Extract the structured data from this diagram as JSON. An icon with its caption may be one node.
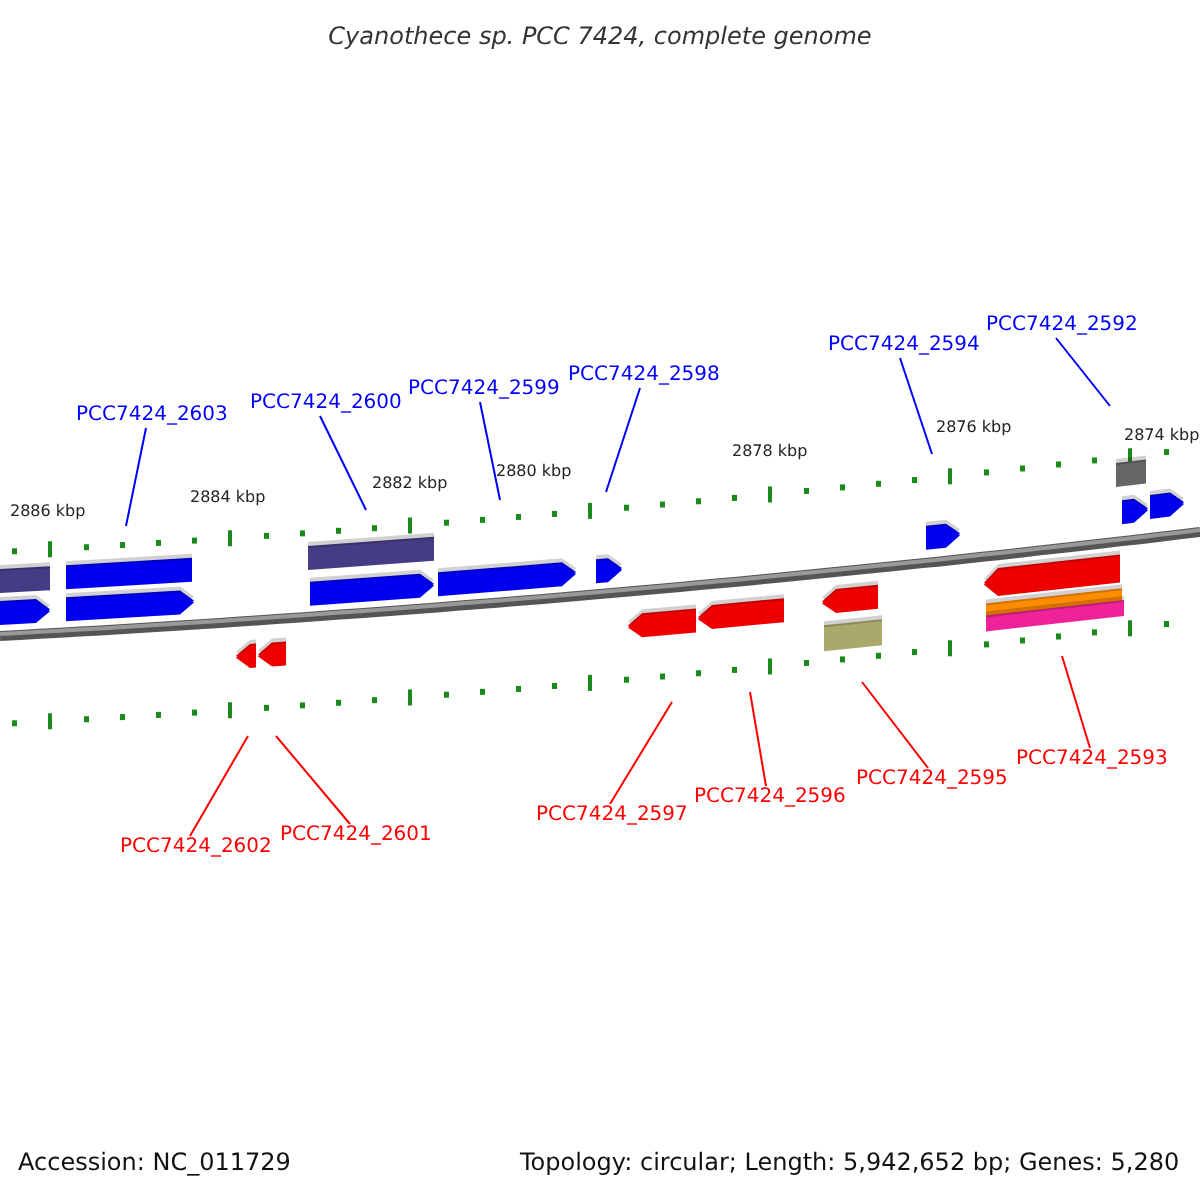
{
  "diagram": {
    "title": "Cyanothece sp. PCC 7424, complete genome",
    "nodes": [
      {
        "text": [
          "PCC7424_2603"
        ]
      },
      {
        "text": [
          "PCC7424_2600"
        ]
      },
      {
        "text": [
          "PCC7424_2599"
        ]
      },
      {
        "text": [
          "PCC7424_2598"
        ]
      },
      {
        "text": [
          "PCC7424_2594"
        ]
      },
      {
        "text": [
          "PCC7424_2592"
        ]
      },
      {
        "text": [
          "PCC7424_2602"
        ]
      },
      {
        "text": [
          "PCC7424_2601"
        ]
      },
      {
        "text": [
          "PCC7424_2597"
        ]
      },
      {
        "text": [
          "PCC7424_2596"
        ]
      },
      {
        "text": [
          "PCC7424_2595"
        ]
      },
      {
        "text": [
          "PCC7424_2593"
        ]
      }
    ],
    "edges": [
      {
        "from": 0,
        "to": null,
        "arrow": "none",
        "color": "#0000ff"
      },
      {
        "from": 1,
        "to": null,
        "arrow": "none",
        "color": "#0000ff"
      },
      {
        "from": 2,
        "to": null,
        "arrow": "none",
        "color": "#0000ff"
      },
      {
        "from": 3,
        "to": null,
        "arrow": "none",
        "color": "#0000ff"
      },
      {
        "from": 4,
        "to": null,
        "arrow": "none",
        "color": "#0000ff"
      },
      {
        "from": 5,
        "to": null,
        "arrow": "none",
        "color": "#0000ff"
      },
      {
        "from": 6,
        "to": null,
        "arrow": "none",
        "color": "#ff0000"
      },
      {
        "from": 7,
        "to": null,
        "arrow": "none",
        "color": "#ff0000"
      },
      {
        "from": 8,
        "to": null,
        "arrow": "none",
        "color": "#ff0000"
      },
      {
        "from": 9,
        "to": null,
        "arrow": "none",
        "color": "#ff0000"
      },
      {
        "from": 10,
        "to": null,
        "arrow": "none",
        "color": "#ff0000"
      },
      {
        "from": 11,
        "to": null,
        "arrow": "none",
        "color": "#ff0000"
      }
    ],
    "labels": [
      "2886 kbp",
      "2884 kbp",
      "2882 kbp",
      "2880 kbp",
      "2878 kbp",
      "2876 kbp",
      "2874 kbp",
      "Accession: NC_011729",
      "Topology: circular; Length: 5,942,652 bp; Genes: 5,280"
    ]
  }
}
